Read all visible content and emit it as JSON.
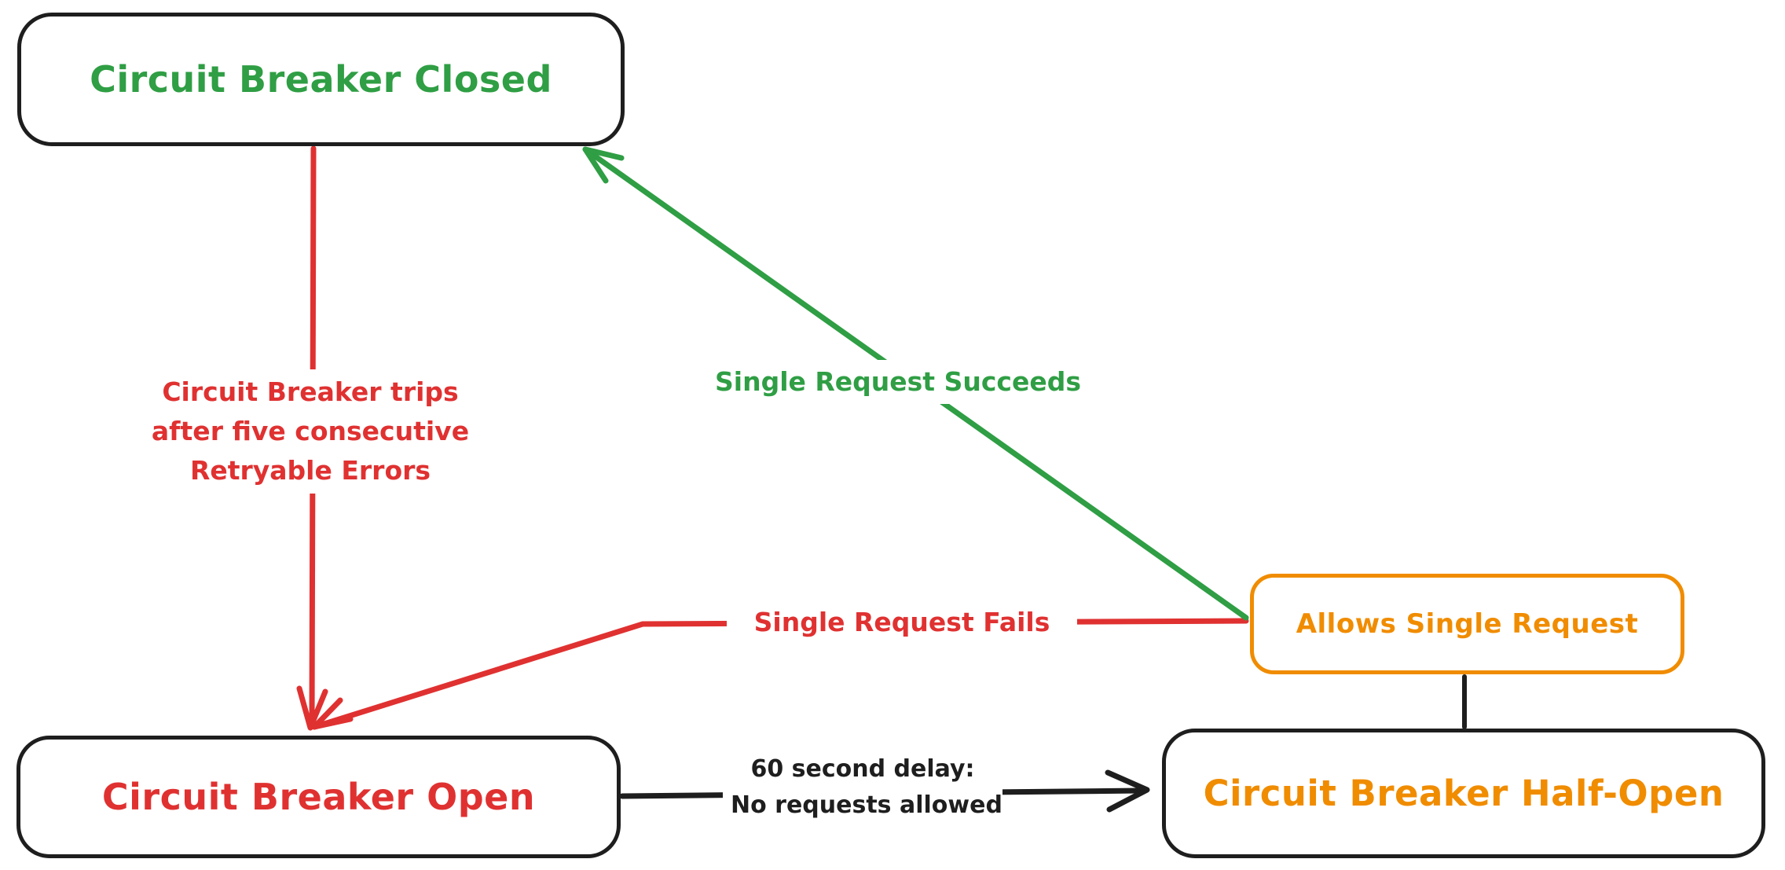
{
  "colors": {
    "stroke": "#1e1e1e",
    "red": "#e03131",
    "green": "#2f9e44",
    "orange": "#f08c00",
    "bg": "#ffffff"
  },
  "nodes": {
    "closed": {
      "label": "Circuit Breaker Closed",
      "color": "#2f9e44"
    },
    "open": {
      "label": "Circuit Breaker Open",
      "color": "#e03131"
    },
    "halfopen": {
      "label": "Circuit Breaker Half-Open",
      "color": "#f08c00"
    },
    "allows": {
      "label": "Allows Single Request",
      "color": "#f08c00"
    }
  },
  "edges": {
    "trip": {
      "from": "closed",
      "to": "open",
      "color": "#e03131",
      "lines": [
        "Circuit Breaker trips",
        "after five consecutive",
        "Retryable Errors"
      ]
    },
    "success": {
      "from": "allows",
      "to": "closed",
      "color": "#2f9e44",
      "label": "Single Request Succeeds"
    },
    "fail": {
      "from": "allows",
      "to": "open",
      "color": "#e03131",
      "label": "Single Request Fails"
    },
    "delay": {
      "from": "open",
      "to": "halfopen",
      "color": "#1e1e1e",
      "lines": [
        "60 second delay:",
        "No requests allowed"
      ]
    },
    "allows_link": {
      "from": "halfopen",
      "to": "allows",
      "color": "#1e1e1e",
      "label": ""
    }
  }
}
